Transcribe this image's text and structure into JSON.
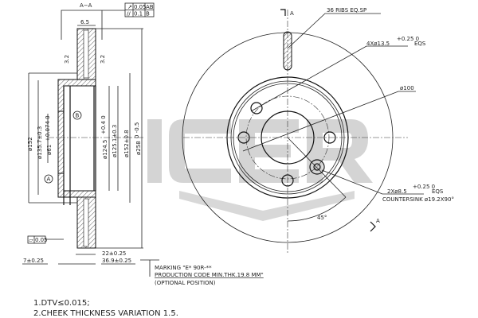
{
  "logo": {
    "text": "ICER",
    "color": "#c8c8c8"
  },
  "section": {
    "title": "A−A",
    "tolerance_frame": [
      {
        "symbol": "runout",
        "value": "0.05",
        "datum": "AB"
      },
      {
        "symbol": "parallelism",
        "value": "0.1",
        "datum": "B"
      }
    ],
    "flatness": {
      "symbol": "flatness",
      "value": "0.05"
    },
    "dims": {
      "width_top": "6.5",
      "rough_left": "3.2",
      "rough_right": "3.2",
      "d152": "ø152",
      "d135": "ø135.7±0.3",
      "d61": "ø61",
      "d61_tol": "+0.074 0",
      "d124": "ø124.5",
      "d124_tol": "+0.4 0",
      "d125": "ø125.1±0.3",
      "d152b": "ø152±0.8",
      "d258": "ø258",
      "d258_tol": "0 -0.5",
      "w22": "22±0.25",
      "w36": "36.9±0.25",
      "w7": "7±0.25",
      "datum_a": "A",
      "datum_b": "B"
    }
  },
  "front": {
    "section_marker": "A",
    "ribs": "36 RIBS EQ.SP",
    "holes": "4Xø13.5",
    "holes_tol": "+0.25 0",
    "holes_suffix": "EQS",
    "pcd": "ø100",
    "small_holes": "2Xø8.5",
    "small_holes_tol": "+0.25 0",
    "small_holes_suffix": "EQS",
    "countersink": "COUNTERSINK  ø19.2X90°",
    "angle": "45°"
  },
  "marking": {
    "line1": "MARKING  \"E* 90R-**",
    "line2": "PRODUCTION  CODE   MIN.THK.19.8  MM\"",
    "line3": "(OPTIONAL  POSITION)"
  },
  "notes": [
    "1.DTV≤0.015;",
    "2.CHEEK  THICKNESS  VARIATION  1.5."
  ]
}
